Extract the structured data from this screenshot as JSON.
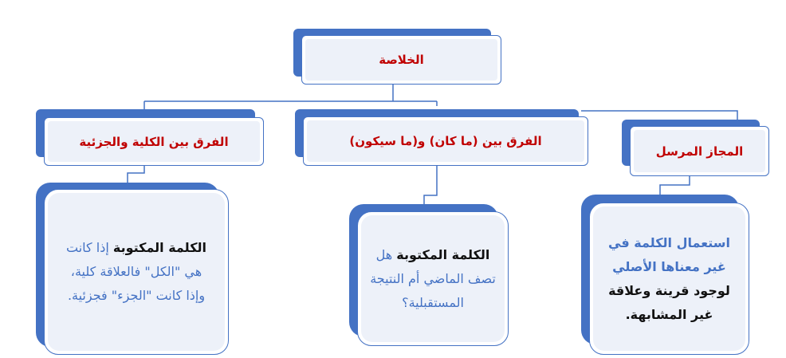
{
  "root": {
    "label": "الخلاصة"
  },
  "branches": [
    {
      "title": "المجاز المرسل",
      "body_highlight": "استعمال الكلمة في غير معناها الأصلي",
      "body_rest": " لوجود قرينة وعلاقة غير المشابهة."
    },
    {
      "title": "الفرق بين (ما كان) و(ما سيكون)",
      "body_bold": "الكلمة المكتوبة",
      "body_rest": " هل تصف الماضي أم النتيجة المستقبلية؟"
    },
    {
      "title": "الفرق بين الكلية والجزئية",
      "body_bold": "الكلمة المكتوبة",
      "body_rest": " إذا كانت هي \"الكل\" فالعلاقة كلية، وإذا كانت \"الجزء\" فجزئية."
    }
  ],
  "colors": {
    "accent": "#4472c4",
    "title": "#c00000",
    "fill": "#edf1f9"
  }
}
